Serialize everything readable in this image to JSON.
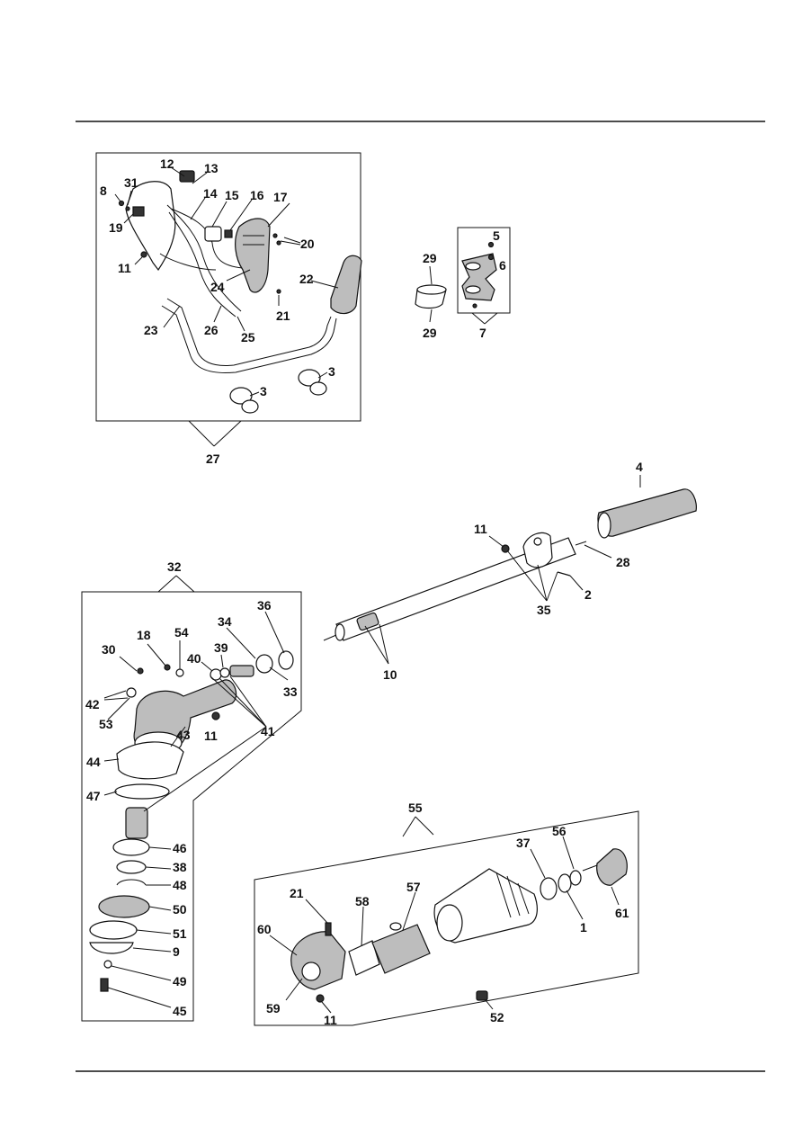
{
  "callouts": {
    "c1": "1",
    "c2": "2",
    "c3a": "3",
    "c3b": "3",
    "c4": "4",
    "c5": "5",
    "c6": "6",
    "c7": "7",
    "c8": "8",
    "c9": "9",
    "c10": "10",
    "c11a": "11",
    "c11b": "11",
    "c11c": "11",
    "c11d": "11",
    "c12": "12",
    "c13": "13",
    "c14": "14",
    "c15": "15",
    "c16": "16",
    "c17": "17",
    "c18": "18",
    "c19": "19",
    "c20": "20",
    "c21a": "21",
    "c21b": "21",
    "c22": "22",
    "c23": "23",
    "c24": "24",
    "c25": "25",
    "c26": "26",
    "c27": "27",
    "c28": "28",
    "c29a": "29",
    "c29b": "29",
    "c30": "30",
    "c31": "31",
    "c32": "32",
    "c33": "33",
    "c34": "34",
    "c35": "35",
    "c36": "36",
    "c37": "37",
    "c38": "38",
    "c39": "39",
    "c40": "40",
    "c41": "41",
    "c42": "42",
    "c43": "43",
    "c44": "44",
    "c45": "45",
    "c46": "46",
    "c47": "47",
    "c48": "48",
    "c49": "49",
    "c50": "50",
    "c51": "51",
    "c52": "52",
    "c53": "53",
    "c54": "54",
    "c55": "55",
    "c56": "56",
    "c57": "57",
    "c58": "58",
    "c59": "59",
    "c60": "60",
    "c61": "61"
  }
}
